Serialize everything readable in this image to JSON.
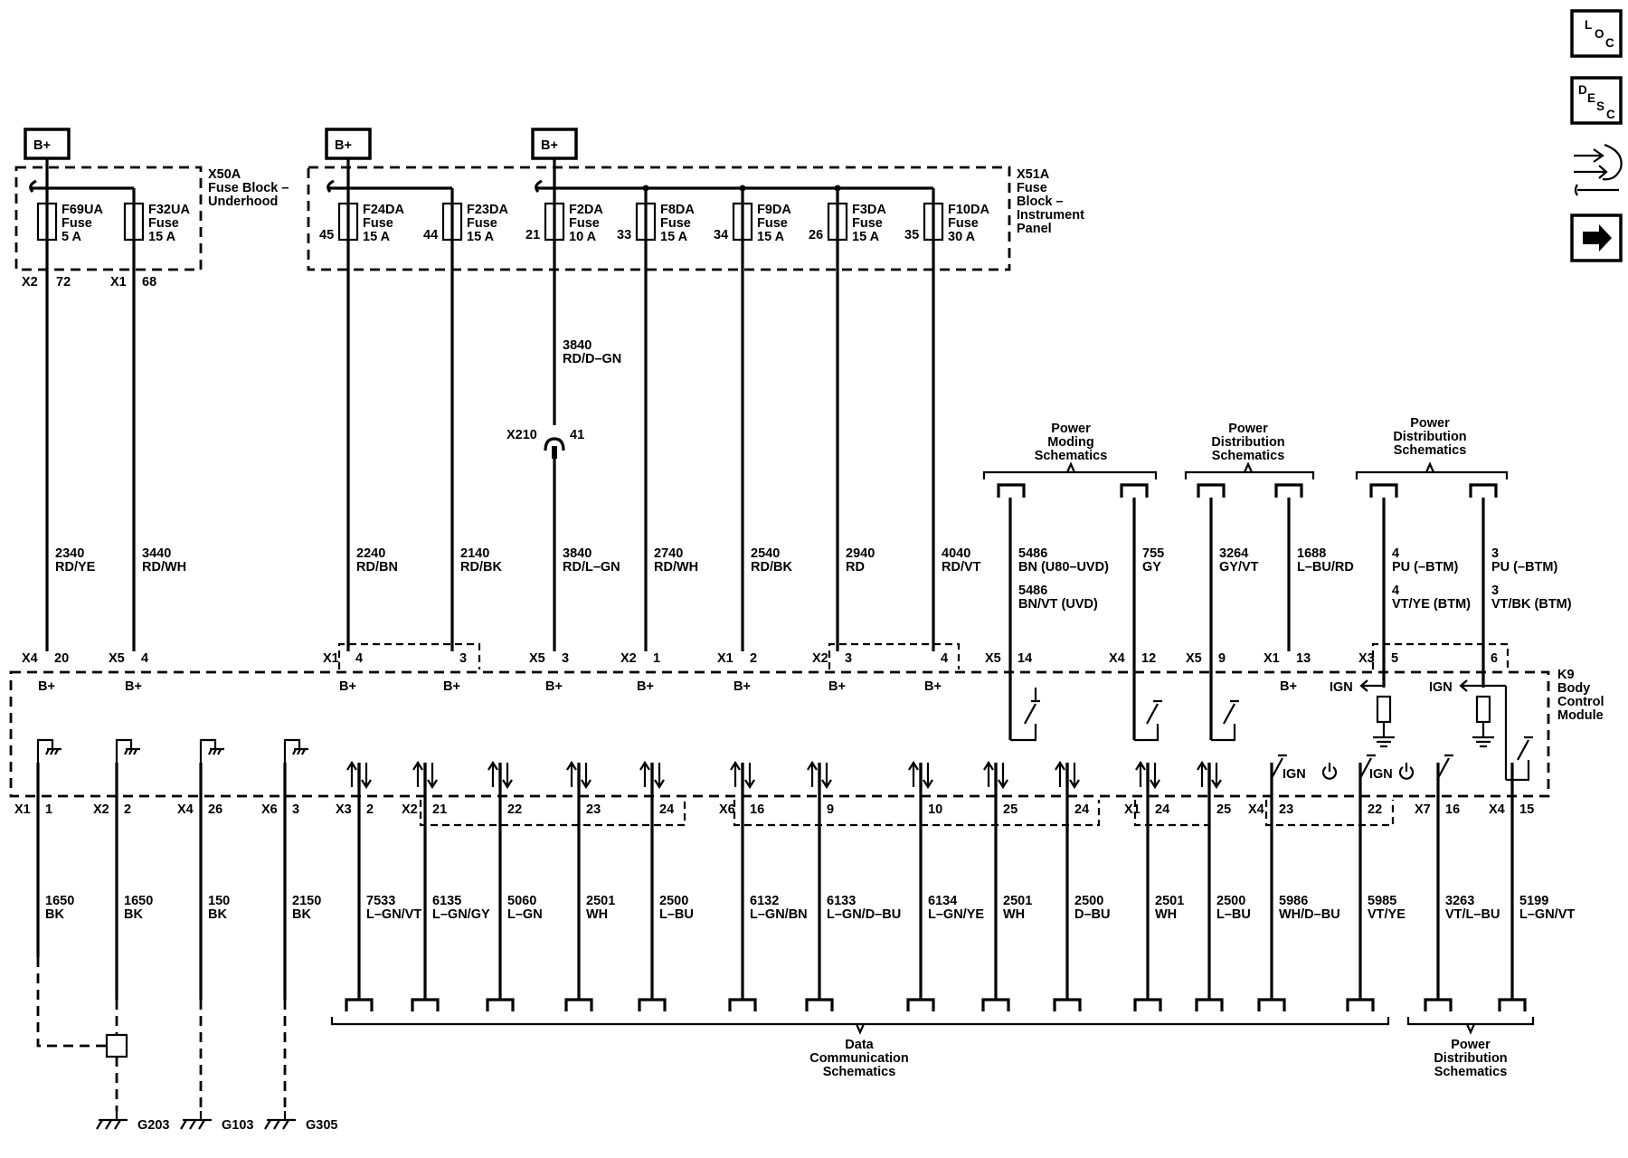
{
  "navigation_icons": {
    "loc": {
      "l1": "L",
      "l2": "O",
      "l3": "C"
    },
    "desc": {
      "l1": "D",
      "l2": "E",
      "l3": "S",
      "l4": "C"
    }
  },
  "battery_label": "B+",
  "fuse_blocks": {
    "x50a": {
      "name": "X50A",
      "line2": "Fuse Block –",
      "line3": "Underhood"
    },
    "x51a": {
      "name": "X51A",
      "line2": "Fuse",
      "line3": "Block –",
      "line4": "Instrument",
      "line5": "Panel"
    }
  },
  "fuses": [
    {
      "name": "F69UA",
      "type": "Fuse",
      "rating": "5 A"
    },
    {
      "name": "F32UA",
      "type": "Fuse",
      "rating": "15 A"
    },
    {
      "name": "F24DA",
      "type": "Fuse",
      "rating": "15 A",
      "pin": "45"
    },
    {
      "name": "F23DA",
      "type": "Fuse",
      "rating": "15 A",
      "pin": "44"
    },
    {
      "name": "F2DA",
      "type": "Fuse",
      "rating": "10 A",
      "pin": "21"
    },
    {
      "name": "F8DA",
      "type": "Fuse",
      "rating": "15 A",
      "pin": "33"
    },
    {
      "name": "F9DA",
      "type": "Fuse",
      "rating": "15 A",
      "pin": "34"
    },
    {
      "name": "F3DA",
      "type": "Fuse",
      "rating": "15 A",
      "pin": "26"
    },
    {
      "name": "F10DA",
      "type": "Fuse",
      "rating": "30 A",
      "pin": "35"
    }
  ],
  "x50a_pins": [
    {
      "conn": "X2",
      "pin": "72"
    },
    {
      "conn": "X1",
      "pin": "68"
    }
  ],
  "inline_connector": {
    "name": "X210",
    "pin": "41"
  },
  "upper_wires": [
    {
      "circuit": "2340",
      "color": "RD/YE"
    },
    {
      "circuit": "3440",
      "color": "RD/WH"
    },
    {
      "circuit": "2240",
      "color": "RD/BN"
    },
    {
      "circuit": "2140",
      "color": "RD/BK"
    },
    {
      "circuit": "3840",
      "color": "RD/L–GN"
    },
    {
      "circuit": "2740",
      "color": "RD/WH"
    },
    {
      "circuit": "2540",
      "color": "RD/BK"
    },
    {
      "circuit": "2940",
      "color": "RD"
    },
    {
      "circuit": "4040",
      "color": "RD/VT"
    },
    {
      "circuit": "5486",
      "color": "BN (U80–UVD)",
      "alt_circuit": "5486",
      "alt_color": "BN/VT (UVD)"
    },
    {
      "circuit": "755",
      "color": "GY"
    },
    {
      "circuit": "3264",
      "color": "GY/VT"
    },
    {
      "circuit": "1688",
      "color": "L–BU/RD"
    },
    {
      "circuit": "4",
      "color": "PU (–BTM)",
      "alt_circuit": "4",
      "alt_color": "VT/YE (BTM)"
    },
    {
      "circuit": "3",
      "color": "PU (–BTM)",
      "alt_circuit": "3",
      "alt_color": "VT/BK (BTM)"
    }
  ],
  "f2da_upper_wire": {
    "circuit": "3840",
    "color": "RD/D–GN"
  },
  "schematic_refs": {
    "power_moding": {
      "l1": "Power",
      "l2": "Moding",
      "l3": "Schematics"
    },
    "power_distribution": {
      "l1": "Power",
      "l2": "Distribution",
      "l3": "Schematics"
    },
    "power_distribution_2": {
      "l1": "Power",
      "l2": "Distribution",
      "l3": "Schematics"
    },
    "data_communication": {
      "l1": "Data",
      "l2": "Communication",
      "l3": "Schematics"
    },
    "power_distribution_bottom": {
      "l1": "Power",
      "l2": "Distribution",
      "l3": "Schematics"
    }
  },
  "module": {
    "name": "K9",
    "line2": "Body",
    "line3": "Control",
    "line4": "Module"
  },
  "ign_label": "IGN",
  "upper_pins": [
    {
      "conn": "X4",
      "pin": "20",
      "sig": "B+"
    },
    {
      "conn": "X5",
      "pin": "4",
      "sig": "B+"
    },
    {
      "conn": "X1",
      "pin": "4",
      "sig": "B+"
    },
    {
      "conn": "",
      "pin": "3",
      "sig": "B+"
    },
    {
      "conn": "X5",
      "pin": "3",
      "sig": "B+"
    },
    {
      "conn": "X2",
      "pin": "1",
      "sig": "B+"
    },
    {
      "conn": "X1",
      "pin": "2",
      "sig": "B+"
    },
    {
      "conn": "X2",
      "pin": "3",
      "sig": "B+"
    },
    {
      "conn": "",
      "pin": "4",
      "sig": "B+"
    },
    {
      "conn": "X5",
      "pin": "14",
      "sig": ""
    },
    {
      "conn": "X4",
      "pin": "12",
      "sig": ""
    },
    {
      "conn": "X5",
      "pin": "9",
      "sig": ""
    },
    {
      "conn": "X1",
      "pin": "13",
      "sig": "B+"
    },
    {
      "conn": "X3",
      "pin": "5",
      "sig": ""
    },
    {
      "conn": "",
      "pin": "6",
      "sig": ""
    }
  ],
  "lower_pins": [
    {
      "conn": "X1",
      "pin": "1"
    },
    {
      "conn": "X2",
      "pin": "2"
    },
    {
      "conn": "X4",
      "pin": "26"
    },
    {
      "conn": "X6",
      "pin": "3"
    },
    {
      "conn": "X3",
      "pin": "2"
    },
    {
      "conn": "X2",
      "pin": "21"
    },
    {
      "conn": "",
      "pin": "22"
    },
    {
      "conn": "",
      "pin": "23"
    },
    {
      "conn": "",
      "pin": "24"
    },
    {
      "conn": "X6",
      "pin": "16"
    },
    {
      "conn": "",
      "pin": "9"
    },
    {
      "conn": "",
      "pin": "10"
    },
    {
      "conn": "",
      "pin": "25"
    },
    {
      "conn": "",
      "pin": "24"
    },
    {
      "conn": "X1",
      "pin": "24"
    },
    {
      "conn": "",
      "pin": "25"
    },
    {
      "conn": "X4",
      "pin": "23"
    },
    {
      "conn": "",
      "pin": "22"
    },
    {
      "conn": "X7",
      "pin": "16"
    },
    {
      "conn": "X4",
      "pin": "15"
    }
  ],
  "lower_wires": [
    {
      "circuit": "1650",
      "color": "BK"
    },
    {
      "circuit": "1650",
      "color": "BK"
    },
    {
      "circuit": "150",
      "color": "BK"
    },
    {
      "circuit": "2150",
      "color": "BK"
    },
    {
      "circuit": "7533",
      "color": "L–GN/VT"
    },
    {
      "circuit": "6135",
      "color": "L–GN/GY"
    },
    {
      "circuit": "5060",
      "color": "L–GN"
    },
    {
      "circuit": "2501",
      "color": "WH"
    },
    {
      "circuit": "2500",
      "color": "L–BU"
    },
    {
      "circuit": "6132",
      "color": "L–GN/BN"
    },
    {
      "circuit": "6133",
      "color": "L–GN/D–BU"
    },
    {
      "circuit": "6134",
      "color": "L–GN/YE"
    },
    {
      "circuit": "2501",
      "color": "WH"
    },
    {
      "circuit": "2500",
      "color": "D–BU"
    },
    {
      "circuit": "2501",
      "color": "WH"
    },
    {
      "circuit": "2500",
      "color": "L–BU"
    },
    {
      "circuit": "5986",
      "color": "WH/D–BU"
    },
    {
      "circuit": "5985",
      "color": "VT/YE"
    },
    {
      "circuit": "3263",
      "color": "VT/L–BU"
    },
    {
      "circuit": "5199",
      "color": "L–GN/VT"
    }
  ],
  "grounds": [
    {
      "name": "G203"
    },
    {
      "name": "G103"
    },
    {
      "name": "G305"
    }
  ]
}
